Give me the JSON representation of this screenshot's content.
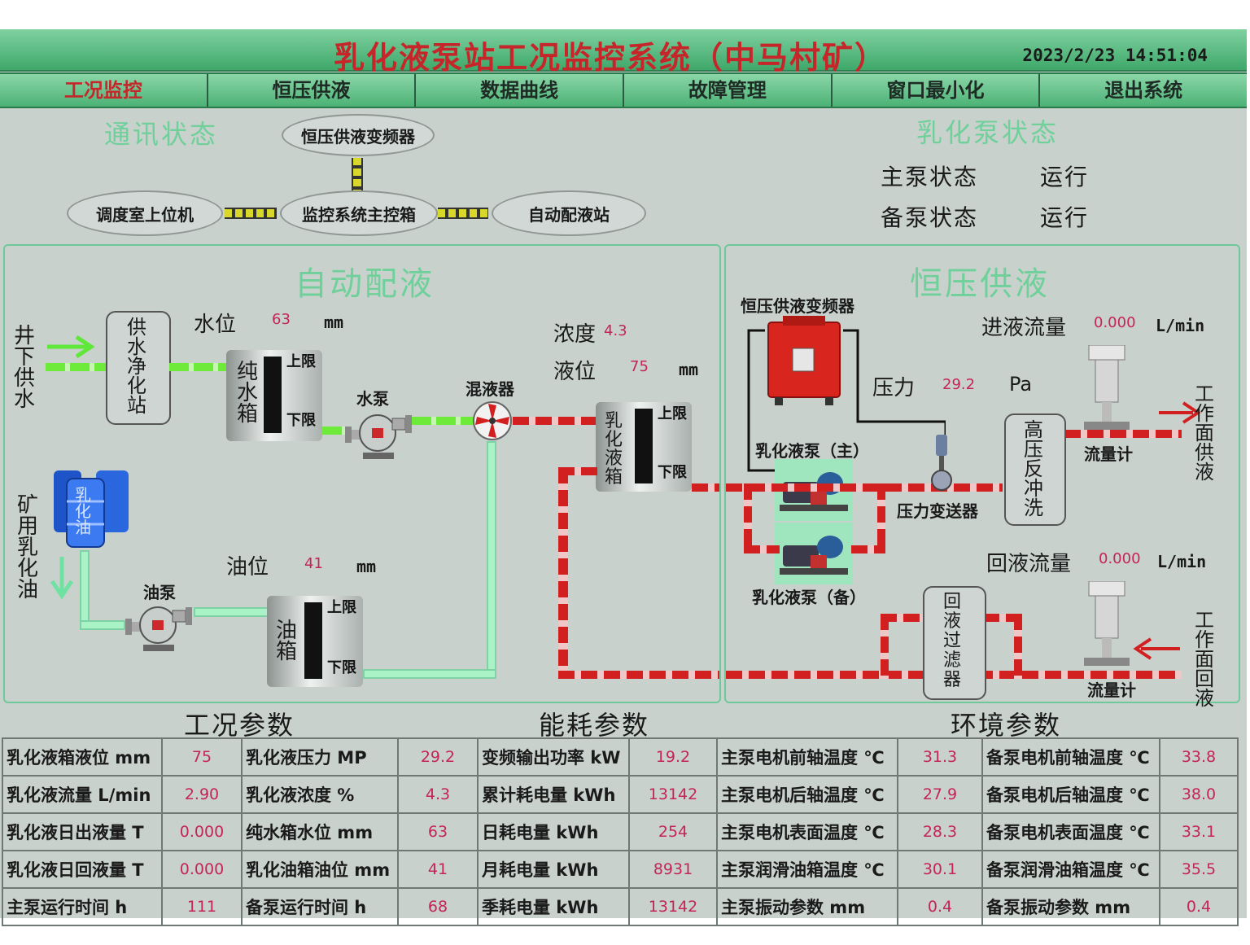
{
  "header": {
    "title": "乳化液泵站工况监控系统（中马村矿）",
    "datetime": "2023/2/23  14:51:04"
  },
  "menu": [
    {
      "label": "工况监控"
    },
    {
      "label": "恒压供液"
    },
    {
      "label": "数据曲线"
    },
    {
      "label": "故障管理"
    },
    {
      "label": "窗口最小化"
    },
    {
      "label": "退出系统"
    }
  ],
  "comm": {
    "title": "通讯状态",
    "nodes": {
      "inverter": "恒压供液变频器",
      "dispatch": "调度室上位机",
      "main_box": "监控系统主控箱",
      "auto_station": "自动配液站"
    }
  },
  "pump_status": {
    "title": "乳化泵状态",
    "main_label": "主泵状态",
    "main_value": "运行",
    "backup_label": "备泵状态",
    "backup_value": "运行"
  },
  "auto_mix": {
    "title": "自动配液",
    "well_water": "井下供水",
    "purify_station": "供水净化站",
    "water_level_label": "水位",
    "water_level": "63",
    "water_level_unit": "mm",
    "pure_tank": "纯水箱",
    "upper": "上限",
    "lower": "下限",
    "water_pump": "水泵",
    "mixer": "混液器",
    "concentration_label": "浓度",
    "concentration": "4.3",
    "liquid_level_label": "液位",
    "liquid_level": "75",
    "liquid_level_unit": "mm",
    "emulsion_tank": "乳化液箱",
    "mine_oil": "矿用乳化油",
    "barrel_label": "乳化油",
    "oil_pump": "油泵",
    "oil_level_label": "油位",
    "oil_level": "41",
    "oil_level_unit": "mm",
    "oil_tank": "油箱"
  },
  "const_pressure": {
    "title": "恒压供液",
    "inverter": "恒压供液变频器",
    "inlet_flow_label": "进液流量",
    "inlet_flow": "0.000",
    "flow_unit": "L/min",
    "pressure_label": "压力",
    "pressure": "29.2",
    "pressure_unit": "Pa",
    "pump_main": "乳化液泵（主）",
    "pump_backup": "乳化液泵（备）",
    "transmitter": "压力变送器",
    "backflush": "高压反冲洗",
    "flowmeter": "流量计",
    "face_supply": "工作面供液",
    "return_flow_label": "回液流量",
    "return_flow": "0.000",
    "return_filter": "回液过滤器",
    "face_return": "工作面回液"
  },
  "sections": {
    "work": "工况参数",
    "energy": "能耗参数",
    "env": "环境参数"
  },
  "params": [
    [
      "乳化液箱液位 mm",
      "75",
      "乳化液压力 MP",
      "29.2",
      "变频输出功率 kW",
      "19.2",
      "主泵电机前轴温度 ℃",
      "31.3",
      "备泵电机前轴温度 ℃",
      "33.8"
    ],
    [
      "乳化液流量 L/min",
      "2.90",
      "乳化液浓度 %",
      "4.3",
      "累计耗电量 kWh",
      "13142",
      "主泵电机后轴温度 ℃",
      "27.9",
      "备泵电机后轴温度 ℃",
      "38.0"
    ],
    [
      "乳化液日出液量 T",
      "0.000",
      "纯水箱水位 mm",
      "63",
      "日耗电量 kWh",
      "254",
      "主泵电机表面温度 ℃",
      "28.3",
      "备泵电机表面温度 ℃",
      "33.1"
    ],
    [
      "乳化液日回液量 T",
      "0.000",
      "乳化油箱油位 mm",
      "41",
      "月耗电量 kWh",
      "8931",
      "主泵润滑油箱温度 ℃",
      "30.1",
      "备泵润滑油箱温度 ℃",
      "35.5"
    ],
    [
      "主泵运行时间 h",
      "111",
      "备泵运行时间 h",
      "68",
      "季耗电量 kWh",
      "13142",
      "主泵振动参数 mm",
      "0.4",
      "备泵振动参数 mm",
      "0.4"
    ]
  ]
}
